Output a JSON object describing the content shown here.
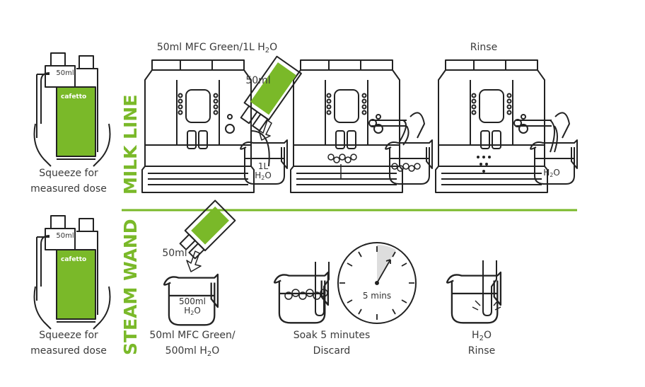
{
  "brand_color": "#7ab929",
  "milk_line": {
    "section_label": "MILK LINE",
    "bottle": {
      "dose_label": "50ml",
      "logo": "cafetto",
      "caption_line1": "Squeeze for",
      "caption_line2": "measured dose"
    },
    "step1": {
      "title_pre": "50ml MFC Green/1L H",
      "title_sub": "2",
      "title_post": "O",
      "pour_label": "50ml",
      "jug_line1": "1L",
      "jug_pre": "H",
      "jug_sub": "2",
      "jug_post": "O"
    },
    "step3": {
      "title": "Rinse",
      "jug_pre": "H",
      "jug_sub": "2",
      "jug_post": "O"
    }
  },
  "steam_wand": {
    "section_label": "STEAM WAND",
    "bottle": {
      "dose_label": "50ml",
      "logo": "cafetto",
      "caption_line1": "Squeeze for",
      "caption_line2": "measured dose"
    },
    "step1": {
      "pour_label": "50ml",
      "jug_line1": "500ml",
      "jug_pre": "H",
      "jug_sub": "2",
      "jug_post": "O",
      "caption_line1": "50ml MFC Green/",
      "caption_pre": "500ml H",
      "caption_sub": "2",
      "caption_post": "O"
    },
    "step2": {
      "clock_label": "5 mins",
      "clock_fraction": 0.083,
      "caption_line1": "Soak 5 minutes",
      "caption_line2": "Discard"
    },
    "step3": {
      "caption_pre": "H",
      "caption_sub": "2",
      "caption_post": "O",
      "caption_line2": "Rinse"
    }
  }
}
